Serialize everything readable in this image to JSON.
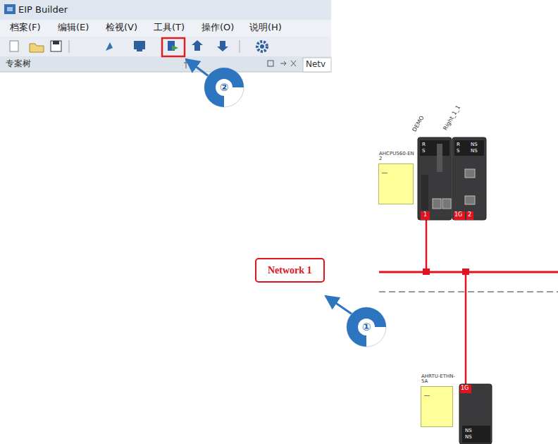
{
  "diagram": {
    "nodes": [
      {
        "text": [
          "Network 1"
        ]
      },
      {
        "text": [
          "AHCPU560-EN2"
        ]
      },
      {
        "text": [
          "AHRTU-ETHN-5A"
        ]
      }
    ],
    "labels": [
      "EIP Builder",
      "档案(F)",
      "编辑(E)",
      "检视(V)",
      "工具(T)",
      "操作(O)",
      "说明(H)",
      "专案树",
      "Netv",
      "②",
      "①",
      "DEMO",
      "Right_1_1",
      "R",
      "S",
      "R",
      "NS",
      "S",
      "NS",
      "1",
      "1G",
      "2",
      "NS",
      "NS",
      "1G"
    ]
  }
}
